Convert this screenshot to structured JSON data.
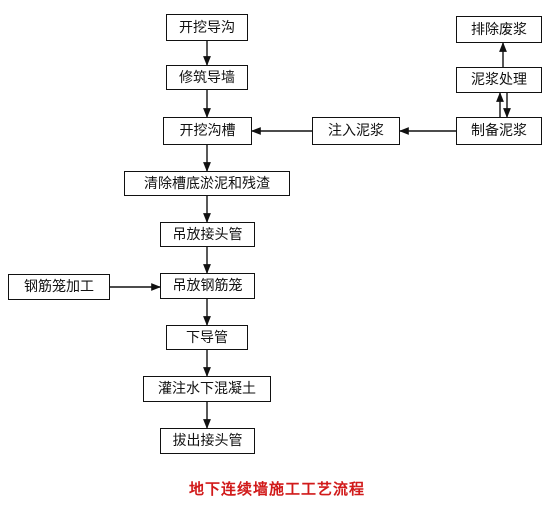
{
  "nodes": {
    "n1": "开挖导沟",
    "n2": "修筑导墙",
    "n3": "开挖沟槽",
    "n4": "清除槽底淤泥和残渣",
    "n5": "吊放接头管",
    "n6": "吊放钢筋笼",
    "n7": "下导管",
    "n8": "灌注水下混凝土",
    "n9": "拔出接头管",
    "s1": "钢筋笼加工",
    "r1": "排除废浆",
    "r2": "泥浆处理",
    "r3": "制备泥浆",
    "r4": "注入泥浆"
  },
  "caption": "地下连续墙施工工艺流程",
  "colors": {
    "caption": "#d11a1a",
    "line": "#111111"
  }
}
